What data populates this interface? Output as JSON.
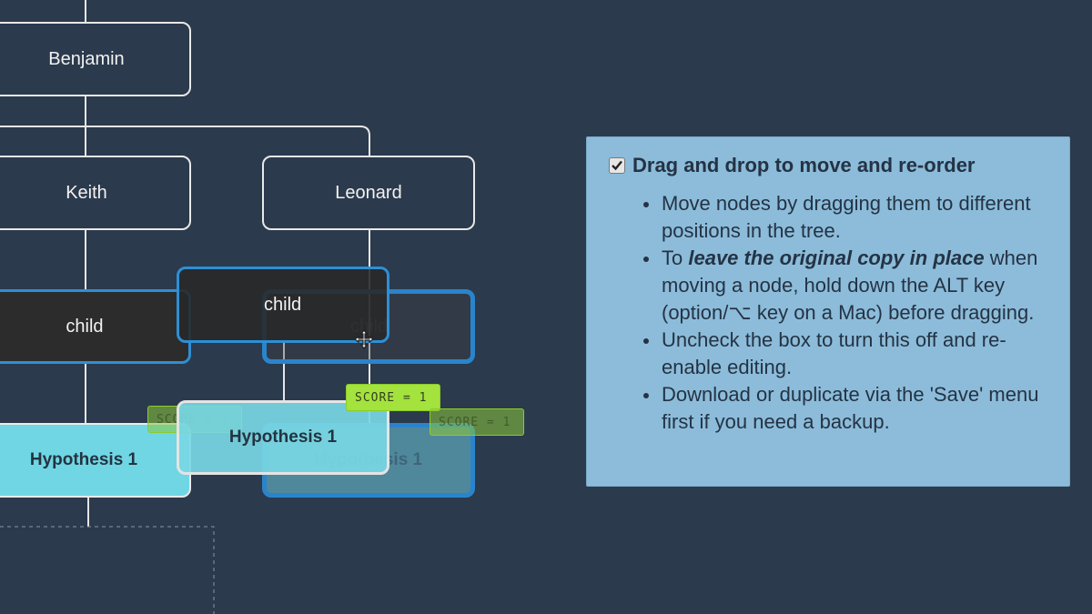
{
  "tree": {
    "nodes": {
      "benjamin": "Benjamin",
      "keith": "Keith",
      "leonard": "Leonard",
      "child_left": "child",
      "child_dragged": "child",
      "child_ghost": "child",
      "hyp_left": "Hypothesis 1",
      "hyp_dragged": "Hypothesis 1",
      "hyp_ghost": "Hypothesis 1"
    },
    "scores": {
      "faded": "SCORE = 1",
      "dragged": "SCORE = 1",
      "ghost": "SCORE = 1"
    }
  },
  "info": {
    "checked": true,
    "heading": "Drag and drop to move and re-order",
    "bullet1": "Move nodes by dragging them to different positions in the tree.",
    "bullet2_pre": "To ",
    "bullet2_em": "leave the original copy in place",
    "bullet2_post": " when moving a node, hold down the ALT key (option/⌥ key on a Mac) before dragging.",
    "bullet3": "Uncheck the box to turn this off and re-enable editing.",
    "bullet4": "Download or duplicate via the 'Save' menu first if you need a backup."
  },
  "colors": {
    "background": "#2b3a4c",
    "selection_blue": "#2e8fd6",
    "hypothesis_fill": "#70d6e4",
    "score_badge": "#a4e23e",
    "info_panel": "#8cbcda"
  }
}
